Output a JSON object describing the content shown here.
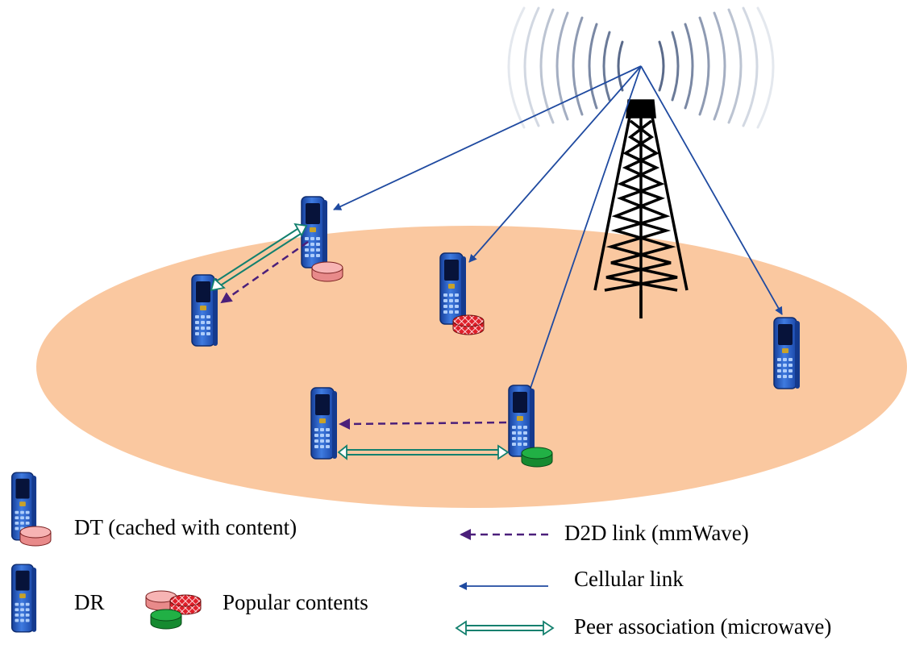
{
  "colors": {
    "ground": "#fac8a0",
    "phone_body": "#2e64c8",
    "phone_dark": "#0f2c6e",
    "screen": "#07133a",
    "cellular_link": "#1f4aa0",
    "d2d_link": "#4b1f7a",
    "peer_link": "#13806e",
    "content_pink": "#f4a0a0",
    "content_red": "#e0202a",
    "content_green": "#1fa83c",
    "tower": "#000000",
    "wave": "#7f8aa0"
  },
  "icons": {
    "tower": "cell-tower-icon",
    "phone": "mobile-phone-icon",
    "content": "cache-disk-icon"
  },
  "legend": {
    "dt_label": "DT (cached with content)",
    "dr_label": "DR",
    "popular_label": "Popular contents",
    "d2d_label": "D2D link (mmWave)",
    "cellular_label": "Cellular link",
    "peer_label": "Peer association (microwave)"
  }
}
